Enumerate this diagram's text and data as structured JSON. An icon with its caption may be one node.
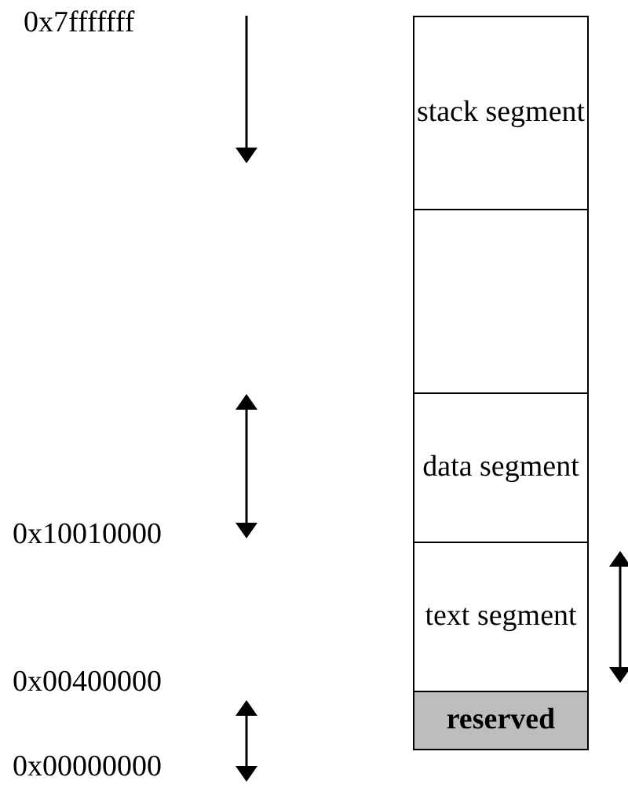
{
  "diagram": {
    "nodes": [
      {
        "text": [
          "stack segment"
        ]
      },
      {
        "text": [],
        "shape": "box"
      },
      {
        "text": [
          "data segment"
        ]
      },
      {
        "text": [
          "text segment"
        ]
      },
      {
        "text": [
          "reserved"
        ]
      }
    ],
    "labels": [
      "0x7fffffff",
      "0x10010000",
      "0x00400000",
      "0x00000000"
    ]
  }
}
